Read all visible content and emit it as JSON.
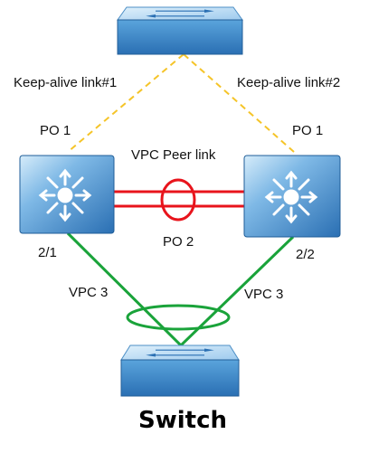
{
  "labels": {
    "keepalive1": "Keep-alive link#1",
    "keepalive2": "Keep-alive link#2",
    "po1_left": "PO 1",
    "po1_right": "PO 1",
    "vpc_peer_link": "VPC Peer link",
    "po2": "PO 2",
    "port_left": "2/1",
    "port_right": "2/2",
    "vpc3_left": "VPC 3",
    "vpc3_right": "VPC 3",
    "switch_title": "Switch"
  },
  "colors": {
    "keepalive_link": "#f5c428",
    "peer_link": "#e8141c",
    "vpc_link": "#1aa33a",
    "device_top": "#b9dcf3",
    "device_body": "#3b86c8",
    "device_dark": "#1e5f9c"
  },
  "icons": {
    "top_device": "layer2-switch-icon",
    "left_device": "multilayer-switch-icon",
    "right_device": "multilayer-switch-icon",
    "bottom_device": "layer2-switch-icon"
  }
}
